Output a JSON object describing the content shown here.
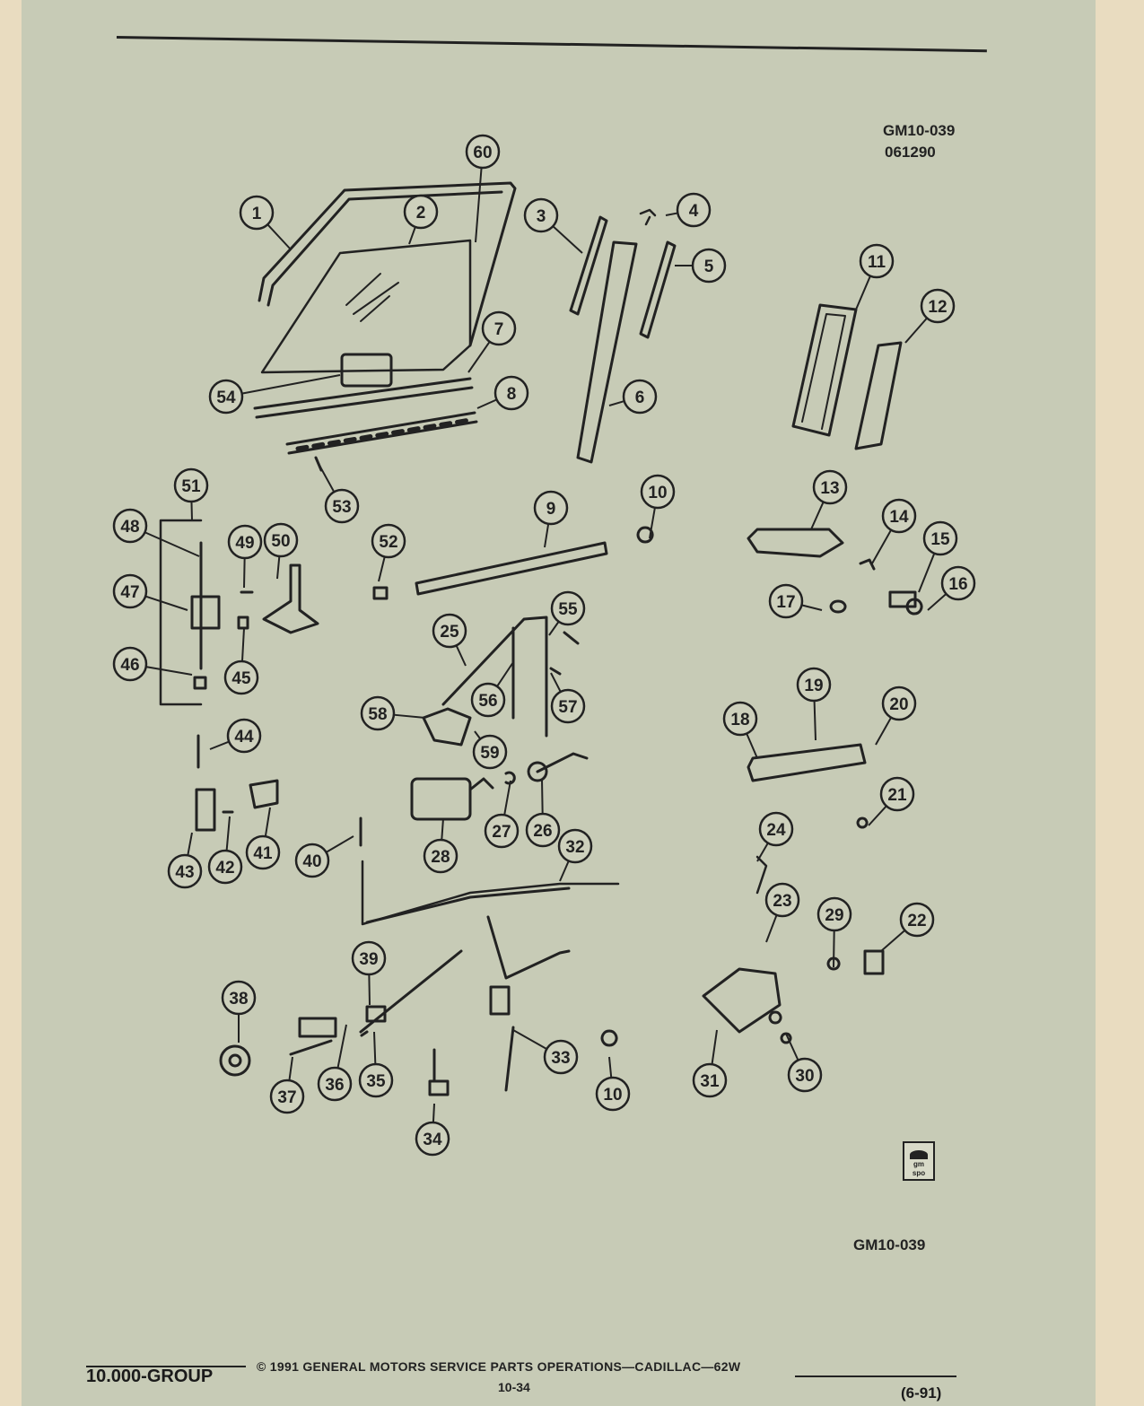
{
  "header": {
    "code": "GM10-039",
    "date_code": "061290"
  },
  "callouts": [
    "1",
    "2",
    "3",
    "4",
    "5",
    "6",
    "7",
    "8",
    "9",
    "10",
    "11",
    "12",
    "13",
    "14",
    "15",
    "16",
    "17",
    "18",
    "19",
    "20",
    "21",
    "22",
    "23",
    "24",
    "25",
    "26",
    "27",
    "28",
    "29",
    "30",
    "31",
    "32",
    "33",
    "34",
    "35",
    "36",
    "37",
    "38",
    "39",
    "40",
    "41",
    "42",
    "43",
    "44",
    "45",
    "46",
    "47",
    "48",
    "49",
    "50",
    "51",
    "52",
    "53",
    "54",
    "55",
    "56",
    "57",
    "58",
    "59",
    "60",
    "10"
  ],
  "figure_code": "GM10-039",
  "logo": {
    "line1": "gm",
    "line2": "spo"
  },
  "footer": {
    "group": "10.000-GROUP",
    "copyright": "© 1991 GENERAL MOTORS SERVICE PARTS OPERATIONS—CADILLAC—62W",
    "page": "10-34",
    "revision": "(6-91)"
  },
  "colors": {
    "paper": "#c7cbb6",
    "margin": "#e9dcc0",
    "ink": "#222222"
  }
}
